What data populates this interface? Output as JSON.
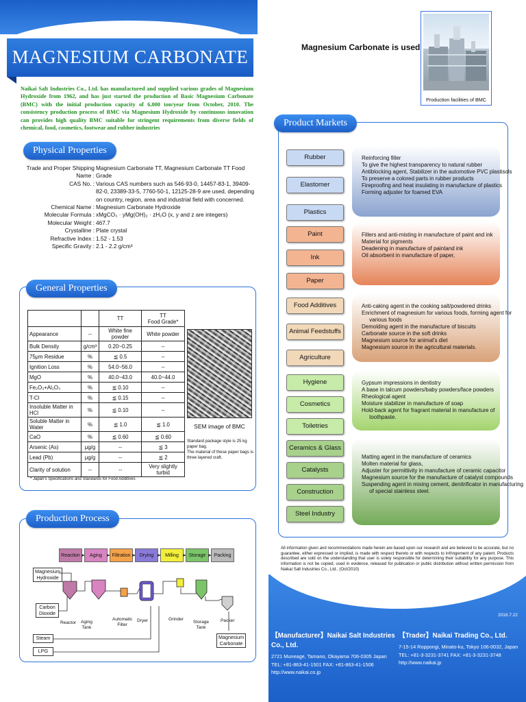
{
  "title": "MAGNESIUM CARBONATE",
  "intro": "Naikai Salt Industries Co., Ltd. has manufactured and supplied various grades of Magnesium Hydroxide from 1962, and has just started the production of Basic Magnesium Carbonate (BMC) with the initial production capacity of 6,000 ton/year from October, 2010. The consistency production process of BMC via Magnesium Hydroxide by continuous innovation can provides high quality BMC suitable for stringent requirements from diverse fields of chemical, food, cosmetics, footwear and rubber industries",
  "physical": {
    "heading": "Physical Properties",
    "rows": [
      {
        "k": "Trade and Proper Shipping Name :",
        "v": "Magnesium Carbonate TT,    Magnesium Carbonate TT Food Grade"
      },
      {
        "k": "CAS No. :",
        "v": "Various CAS numbers such as 546-93-0, 14457-83-1, 39409-82-0, 23389-33-5, 7760-50-1, 12125-28-9 are used, depending on country, region, area and industrial field with concerned."
      },
      {
        "k": "Chemical Name :",
        "v": "Magnesium Carbonate Hydroxide"
      },
      {
        "k": "Molecular Formula :",
        "v": "xMgCO₃ · yMg(OH)₂ · zH₂O (x, y and z are integers)"
      },
      {
        "k": "Molecular Weight :",
        "v": "467.7"
      },
      {
        "k": "Crystalline :",
        "v": "Plate crystal"
      },
      {
        "k": "Refractive Index :",
        "v": "1.52 - 1.53"
      },
      {
        "k": "Specific Gravity :",
        "v": "2.1 - 2.2 g/cm³"
      }
    ]
  },
  "general": {
    "heading": "General Properties",
    "col_tt": "TT",
    "col_fg": "TT\nFood Grade*",
    "rows": [
      [
        "Appearance",
        "--",
        "White fine powder",
        "White powder"
      ],
      [
        "Bulk Density",
        "g/cm³",
        "0.20~0.25",
        "--"
      ],
      [
        "75μm Residue",
        "%",
        "≦ 0.5",
        "--"
      ],
      [
        "Ignition Loss",
        "%",
        "54.0~56.0",
        "--"
      ],
      [
        "MgO",
        "%",
        "40.0~43.0",
        "40.0~44.0"
      ],
      [
        "Fe₂O₃+Al₂O₃",
        "%",
        "≦ 0.10",
        "--"
      ],
      [
        "T-Cl",
        "%",
        "≦ 0.15",
        "--"
      ],
      [
        "Insoluble Matter in HCl",
        "%",
        "≦ 0.10",
        "--"
      ],
      [
        "Soluble Matter in Water",
        "%",
        "≦ 1.0",
        "≦ 1.0"
      ],
      [
        "CaO",
        "%",
        "≦ 0.60",
        "≦ 0.60"
      ],
      [
        "Arsenic (As)",
        "μg/g",
        "--",
        "≦ 3"
      ],
      [
        "Lead (Pb)",
        "μg/g",
        "--",
        "≦ 2"
      ],
      [
        "Clarity of solution",
        "--",
        "--",
        "Very slightly turbid"
      ]
    ],
    "sem_caption": "SEM image of BMC",
    "package_note": "Standard package style is 25 kg paper bag.\nThe material of these paper bags is three layered craft.",
    "footnote": "* Japan's Specifications and Standards for Food Additives"
  },
  "process": {
    "heading": "Production Process",
    "steps": [
      {
        "label": "Reaction",
        "color": "#c07aa8"
      },
      {
        "label": "Aging",
        "color": "#d884c0"
      },
      {
        "label": "Filtration",
        "color": "#f4a24a"
      },
      {
        "label": "Drying",
        "color": "#8a7ad8"
      },
      {
        "label": "Milling",
        "color": "#f2ef3a"
      },
      {
        "label": "Storage",
        "color": "#7cc46a"
      },
      {
        "label": "Packing",
        "color": "#b9b9b9"
      }
    ],
    "inputs": [
      "Magnesium\nHydroxide",
      "Carbon\nDioxide",
      "Steam",
      "LPG"
    ],
    "units": [
      "Reactor",
      "Aging\nTank",
      "Automatic\nFilter",
      "Dryer",
      "Grinder",
      "Storage\nTank",
      "Packer"
    ],
    "output": "Magnesium\nCarbonate"
  },
  "uses": {
    "title": "Magnesium Carbonate is used for....",
    "photo_caption": "Production facilities of BMC"
  },
  "markets": {
    "heading": "Product Markets",
    "groups": [
      {
        "cats": [
          "Rubber",
          "Elastomer",
          "Plastics"
        ],
        "btn_color": "#c8d9f4",
        "desc_color": "#8aa3cf",
        "lines": [
          "Reinforcing filler",
          "To give the highest transparency to natural rubber",
          "Antiblocking agent, Stabilizer in the automotive PVC plastisols",
          "To preserve a colored parts in rubber products",
          "Fireproofing and heat insulating in manufacture of plastics",
          "Forming adjuster for foamed EVA"
        ]
      },
      {
        "cats": [
          "Paint",
          "Ink",
          "Paper"
        ],
        "btn_color": "#f3b491",
        "desc_color": "#e58458",
        "lines": [
          "Fillers and anti-misting in manufacture of paint and ink",
          "Material for pigments",
          "Deadening in manufacture of paintand ink",
          "Oil absorbent in manufacture of paper,"
        ]
      },
      {
        "cats": [
          "Food Additives",
          "Animal Feedstuffs",
          "Agriculture"
        ],
        "btn_color": "#f1d8b8",
        "desc_color": "#d9a278",
        "lines": [
          "Anti-caking agent in the cooking salt/powdered drinks",
          "Enrichment of magnesium for various foods, forming agent for",
          "     various foods",
          "Demolding agent in the manufacture of biscuits",
          "Carbonate source in the soft drinks",
          "Magnesium source for animal's diet",
          "Magnesium source in the agricultural materials."
        ]
      },
      {
        "cats": [
          "Hygiene",
          "Cosmetics",
          "Toiletries"
        ],
        "btn_color": "#c7eba8",
        "desc_color": "#a3d46e",
        "lines": [
          "Gypsum impressions in dentistry",
          "A base in talcum powders/baby powders/face powders",
          "Rheological agent",
          "Moisture stabilizer in manufacture of soap",
          "Hold-back agent for fragrant material in manufacture of",
          "     toothpaste."
        ]
      },
      {
        "cats": [
          "Ceramics & Glass",
          "Catalysts",
          "Construction",
          "Steel Industry"
        ],
        "btn_color": "#a8d18c",
        "desc_color": "#74aa58",
        "lines": [
          "Matting agent in the manufacture of ceramics",
          "Molten material for glass,",
          "Adjuster for permittivity in manufacture of ceramic capacitor",
          "Magnesium source for the manufacture of catalyst compounds",
          "Suspending agent in mixing cement, denitrificator in manufacturing",
          "     of special stainless steel."
        ]
      }
    ]
  },
  "disclaimer": "All information given and recommendations made herein are based upon our research and are believed to be accurate, but no guarantee, either expressed or implied, is made with respect thereto or with respects to infringement of any patent. Products described are sold on the understanding that user is solely responsible for determining their suitability for any purpose. This information is not be copied, used in evidence, released for publication or public distribution without written permission from Naikai Salt Industries Co., Ltd..   (Oct/2010)",
  "date": "2016.7.22",
  "manufacturer": {
    "heading": "【Manufacturer】Naikai Salt Industries Co., Ltd.",
    "address": "2721 Muneage, Tamano, Okayama 706-0305 Japan",
    "tel": "TEL: +81-863-41-1501   FAX: +81-863-41-1506",
    "url": "http://www.naikai.co.jp"
  },
  "trader": {
    "heading": "【Trader】Naikai Trading Co., Ltd.",
    "address": "7-15-14 Roppongi, Minato-ku, Tokyo 106-0032, Japan",
    "tel": "TEL: +81-3-3231-3741   FAX: +81-3-3231-3748",
    "url": "http://www.naikai.jp"
  }
}
